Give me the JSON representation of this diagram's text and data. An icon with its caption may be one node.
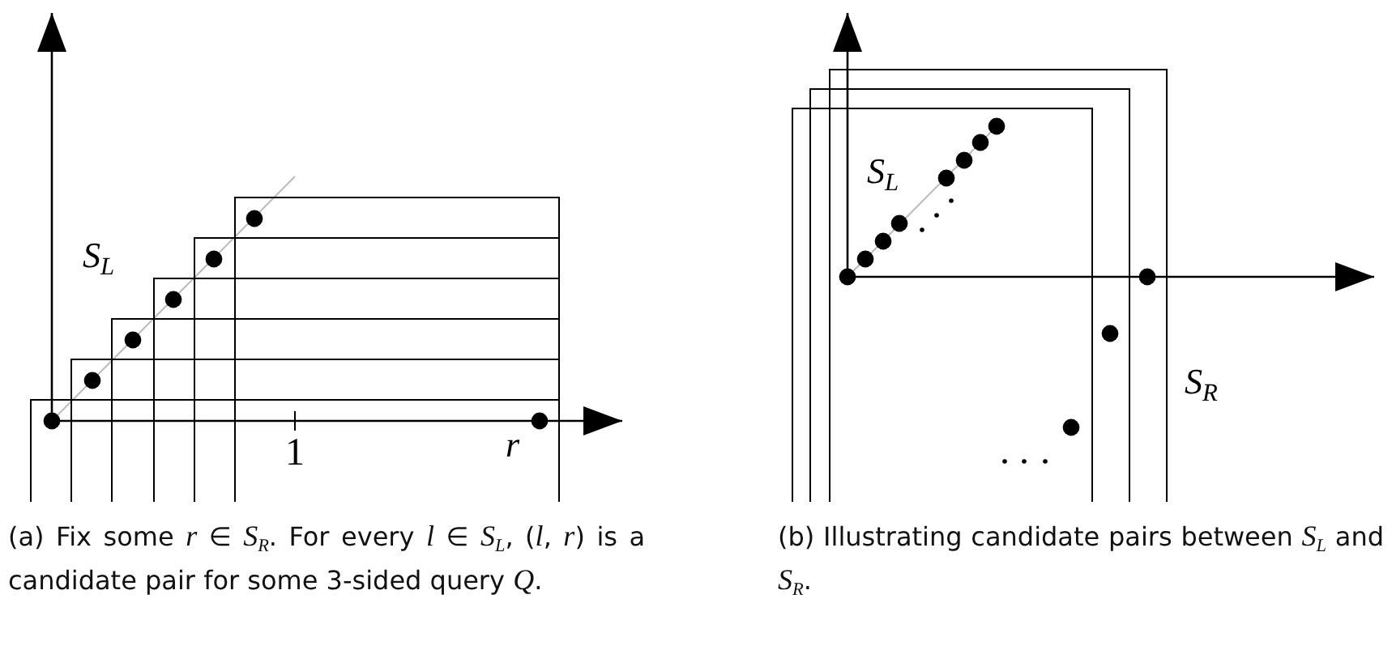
{
  "diagram": {
    "labels": [
      "S$_{L}$",
      "1",
      "r",
      "S$_{L}$",
      "S$_{R}$",
      "(a) Fix some *r* ∈ *S*$_{R}$. For every *l* ∈ *S*$_{L}$, (*l*, *r*) is a candidate pair for some 3-sided query *Q*.",
      "(b) Illustrating candidate pairs between *S*$_{L}$ and *S*$_{R}$."
    ]
  }
}
